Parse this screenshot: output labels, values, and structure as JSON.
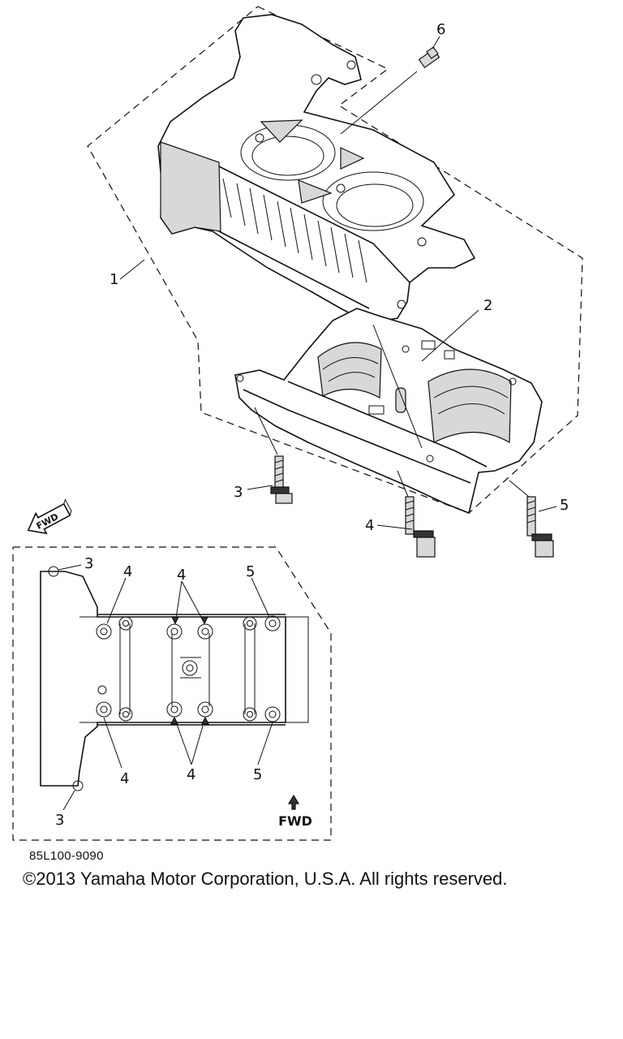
{
  "callouts": {
    "upper": {
      "c1": "1",
      "c2": "2",
      "c3": "3",
      "c4": "4",
      "c5": "5",
      "c6": "6"
    },
    "inset": {
      "c3_top": "3",
      "c4_a": "4",
      "c4_b": "4",
      "c5_top": "5",
      "c4_c": "4",
      "c4_d": "4",
      "c5_bottom": "5",
      "c3_bottom": "3"
    }
  },
  "fwd_arrow_label": "FWD",
  "inset_fwd_label": "FWD",
  "part_code": "85L100-9090",
  "copyright": "©2013 Yamaha Motor Corporation, U.S.A. All rights reserved."
}
